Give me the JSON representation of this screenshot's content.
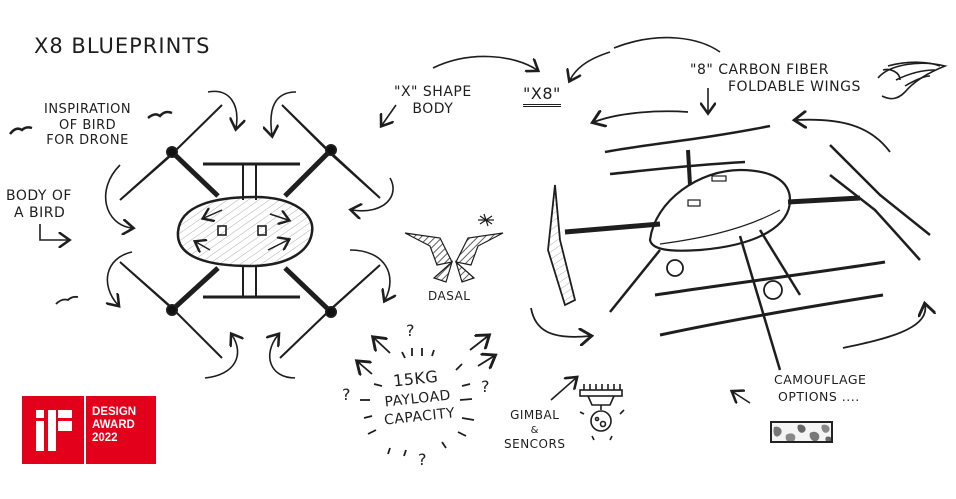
{
  "title": "X8 Blueprints",
  "annotations": {
    "inspiration": [
      "Inspiration",
      "of bird",
      "for drone"
    ],
    "body_of_bird": [
      "Body of",
      "a bird"
    ],
    "x_shape": [
      "\"X\" shape",
      "body"
    ],
    "x8_label": "\"X8\"",
    "carbon_fiber": [
      "\"8\" carbon fiber",
      "foldable wings"
    ],
    "dasal": "Dasal",
    "payload": [
      "15KG",
      "payload",
      "capacity"
    ],
    "gimbal": [
      "Gimbal",
      "&",
      "Sencors"
    ],
    "camouflage": [
      "Camouflage",
      "options ...."
    ]
  },
  "badge": {
    "logo": "iF",
    "lines": [
      "DESIGN",
      "AWARD",
      "2022"
    ],
    "color": "#e2001a"
  },
  "icons": {
    "top_view_drone": "quadcopter-top-view-sketch",
    "perspective_drone": "quadcopter-perspective-sketch",
    "dasal_logo": "x-wing-logo",
    "wing": "wing-sketch",
    "gimbal_camera": "gimbal-camera-sketch",
    "birds": "bird-silhouette-sketch"
  }
}
